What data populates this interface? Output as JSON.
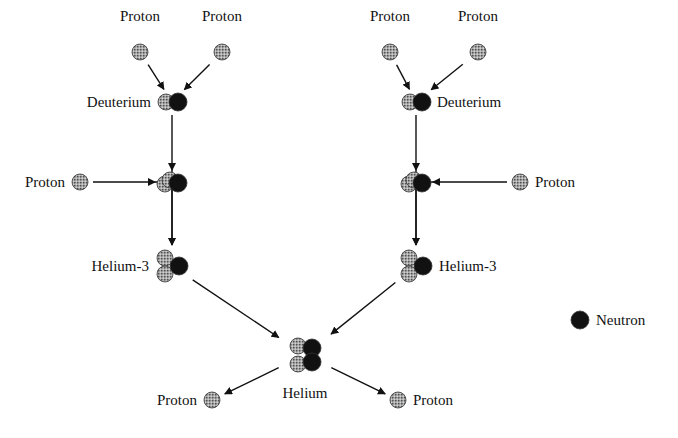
{
  "diagram": {
    "nodes": [
      {
        "text": [
          "Proton"
        ]
      },
      {
        "text": [
          "Proton"
        ]
      },
      {
        "text": [
          "Proton"
        ]
      },
      {
        "text": [
          "Proton"
        ]
      },
      {
        "text": [
          "Deuterium"
        ]
      },
      {
        "text": [
          "Deuterium"
        ]
      },
      {
        "text": [
          "Proton"
        ]
      },
      {
        "text": [
          "Proton"
        ]
      },
      {
        "text": [
          "Helium-3"
        ]
      },
      {
        "text": [
          "Helium-3"
        ]
      },
      {
        "text": [
          "Helium"
        ]
      },
      {
        "text": [
          "Proton"
        ]
      },
      {
        "text": [
          "Proton"
        ]
      }
    ],
    "edges": [
      {
        "from": 0,
        "to": 4,
        "arrow": "to"
      },
      {
        "from": 1,
        "to": 4,
        "arrow": "to"
      },
      {
        "from": 2,
        "to": 5,
        "arrow": "to"
      },
      {
        "from": 3,
        "to": 5,
        "arrow": "to"
      },
      {
        "from": 4,
        "to": 8,
        "arrow": "to"
      },
      {
        "from": 6,
        "to": 8,
        "arrow": "to"
      },
      {
        "from": 5,
        "to": 9,
        "arrow": "to"
      },
      {
        "from": 7,
        "to": 9,
        "arrow": "to"
      },
      {
        "from": 8,
        "to": 10,
        "arrow": "to"
      },
      {
        "from": 9,
        "to": 10,
        "arrow": "to"
      },
      {
        "from": 10,
        "to": 11,
        "arrow": "to"
      },
      {
        "from": 10,
        "to": 12,
        "arrow": "to"
      }
    ],
    "legend": [
      {
        "text": "Neutron"
      }
    ]
  }
}
